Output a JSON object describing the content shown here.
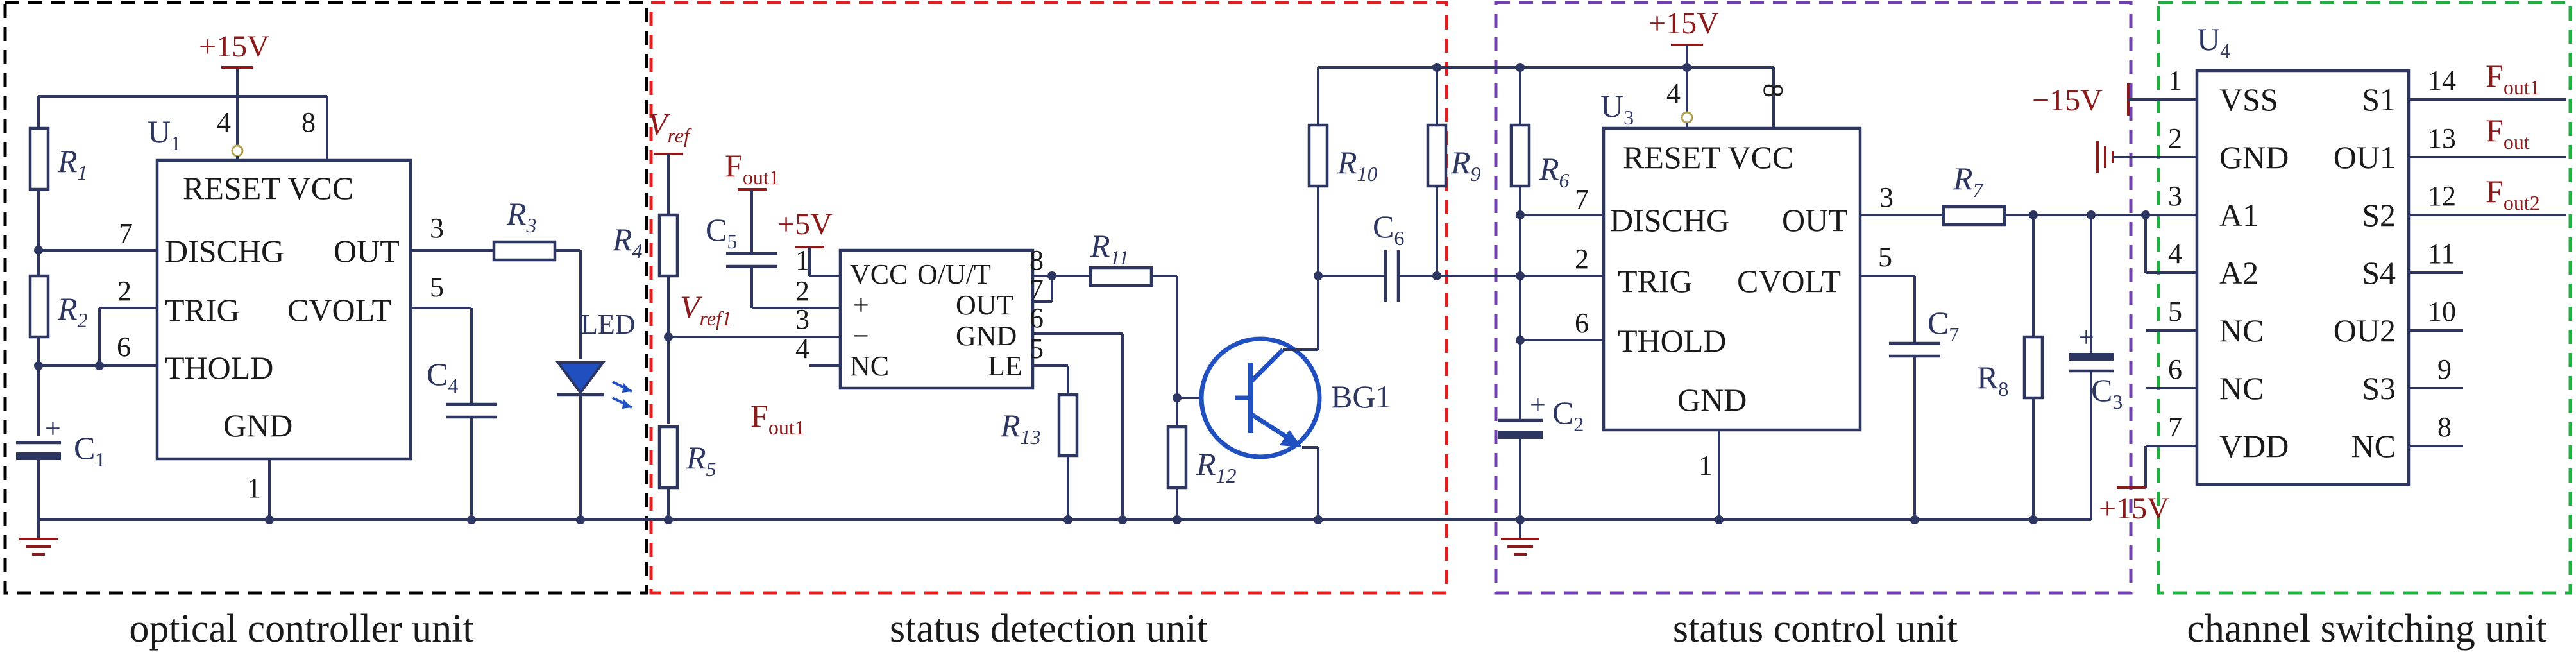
{
  "units": {
    "optical": "optical controller unit",
    "detection": "status detection unit",
    "control": "status control unit",
    "switching": "channel switching unit"
  },
  "colors": {
    "optical_box": "#000000",
    "detection_box": "#e02020",
    "control_box": "#7040b0",
    "switching_box": "#20b040",
    "wire": "#2d3561",
    "power_label": "#8b1a1a"
  },
  "power": {
    "vpos": "+15V",
    "vpos5": "+5V",
    "vneg": "−15V"
  },
  "u1": {
    "name": "U",
    "sub": "1",
    "line1": "RESET VCC",
    "dischg": "DISCHG",
    "out": "OUT",
    "trig": "TRIG",
    "cvolt": "CVOLT",
    "thold": "THOLD",
    "gnd": "GND",
    "pins": {
      "p4": "4",
      "p8": "8",
      "p7": "7",
      "p3": "3",
      "p2": "2",
      "p5": "5",
      "p6": "6",
      "p1": "1"
    }
  },
  "u2": {
    "vcc": "VCC",
    "plus": "+",
    "minus": "−",
    "nc": "NC",
    "out1": "O/U/T",
    "out2": "OUT",
    "gnd": "GND",
    "le": "LE",
    "pins": {
      "p1": "1",
      "p2": "2",
      "p3": "3",
      "p4": "4",
      "p8": "8",
      "p7": "7",
      "p6": "6",
      "p5": "5"
    }
  },
  "u3": {
    "name": "U",
    "sub": "3",
    "line1": "RESET VCC",
    "dischg": "DISCHG",
    "out": "OUT",
    "trig": "TRIG",
    "cvolt": "CVOLT",
    "thold": "THOLD",
    "gnd": "GND",
    "pins": {
      "p4": "4",
      "p8": "8",
      "p7": "7",
      "p3": "3",
      "p2": "2",
      "p5": "5",
      "p6": "6",
      "p1": "1"
    }
  },
  "u4": {
    "name": "U",
    "sub": "4",
    "left": [
      "VSS",
      "GND",
      "A1",
      "A2",
      "NC",
      "NC",
      "VDD"
    ],
    "right": [
      "S1",
      "OU1",
      "S2",
      "S4",
      "OU2",
      "S3",
      "NC"
    ],
    "left_pins": [
      "1",
      "2",
      "3",
      "4",
      "5",
      "6",
      "7"
    ],
    "right_pins": [
      "14",
      "13",
      "12",
      "11",
      "10",
      "9",
      "8"
    ],
    "outs": [
      {
        "main": "F",
        "sub": "out1"
      },
      {
        "main": "F",
        "sub": "out"
      },
      {
        "main": "F",
        "sub": "out2"
      }
    ]
  },
  "components": {
    "R1": {
      "main": "R",
      "sub": "1"
    },
    "R2": {
      "main": "R",
      "sub": "2"
    },
    "R3": {
      "main": "R",
      "sub": "3"
    },
    "R4": {
      "main": "R",
      "sub": "4"
    },
    "R5": {
      "main": "R",
      "sub": "5"
    },
    "R6": {
      "main": "R",
      "sub": "6"
    },
    "R7": {
      "main": "R",
      "sub": "7"
    },
    "R8": {
      "main": "R",
      "sub": "8"
    },
    "R9": {
      "main": "R",
      "sub": "9"
    },
    "R10": {
      "main": "R",
      "sub": "10"
    },
    "R11": {
      "main": "R",
      "sub": "11"
    },
    "R12": {
      "main": "R",
      "sub": "12"
    },
    "R13": {
      "main": "R",
      "sub": "13"
    },
    "C1": {
      "main": "C",
      "sub": "1"
    },
    "C2": {
      "main": "C",
      "sub": "2"
    },
    "C3": {
      "main": "C",
      "sub": "3"
    },
    "C4": {
      "main": "C",
      "sub": "4"
    },
    "C5": {
      "main": "C",
      "sub": "5"
    },
    "C6": {
      "main": "C",
      "sub": "6"
    },
    "C7": {
      "main": "C",
      "sub": "7"
    },
    "LED": "LED",
    "BG1": "BG1",
    "Vref": {
      "main": "V",
      "sub": "ref"
    },
    "Vref1": {
      "main": "V",
      "sub": "ref1"
    },
    "Fout1_top": {
      "main": "F",
      "sub": "out1"
    },
    "Fout1_mid": {
      "main": "F",
      "sub": "out1"
    }
  }
}
